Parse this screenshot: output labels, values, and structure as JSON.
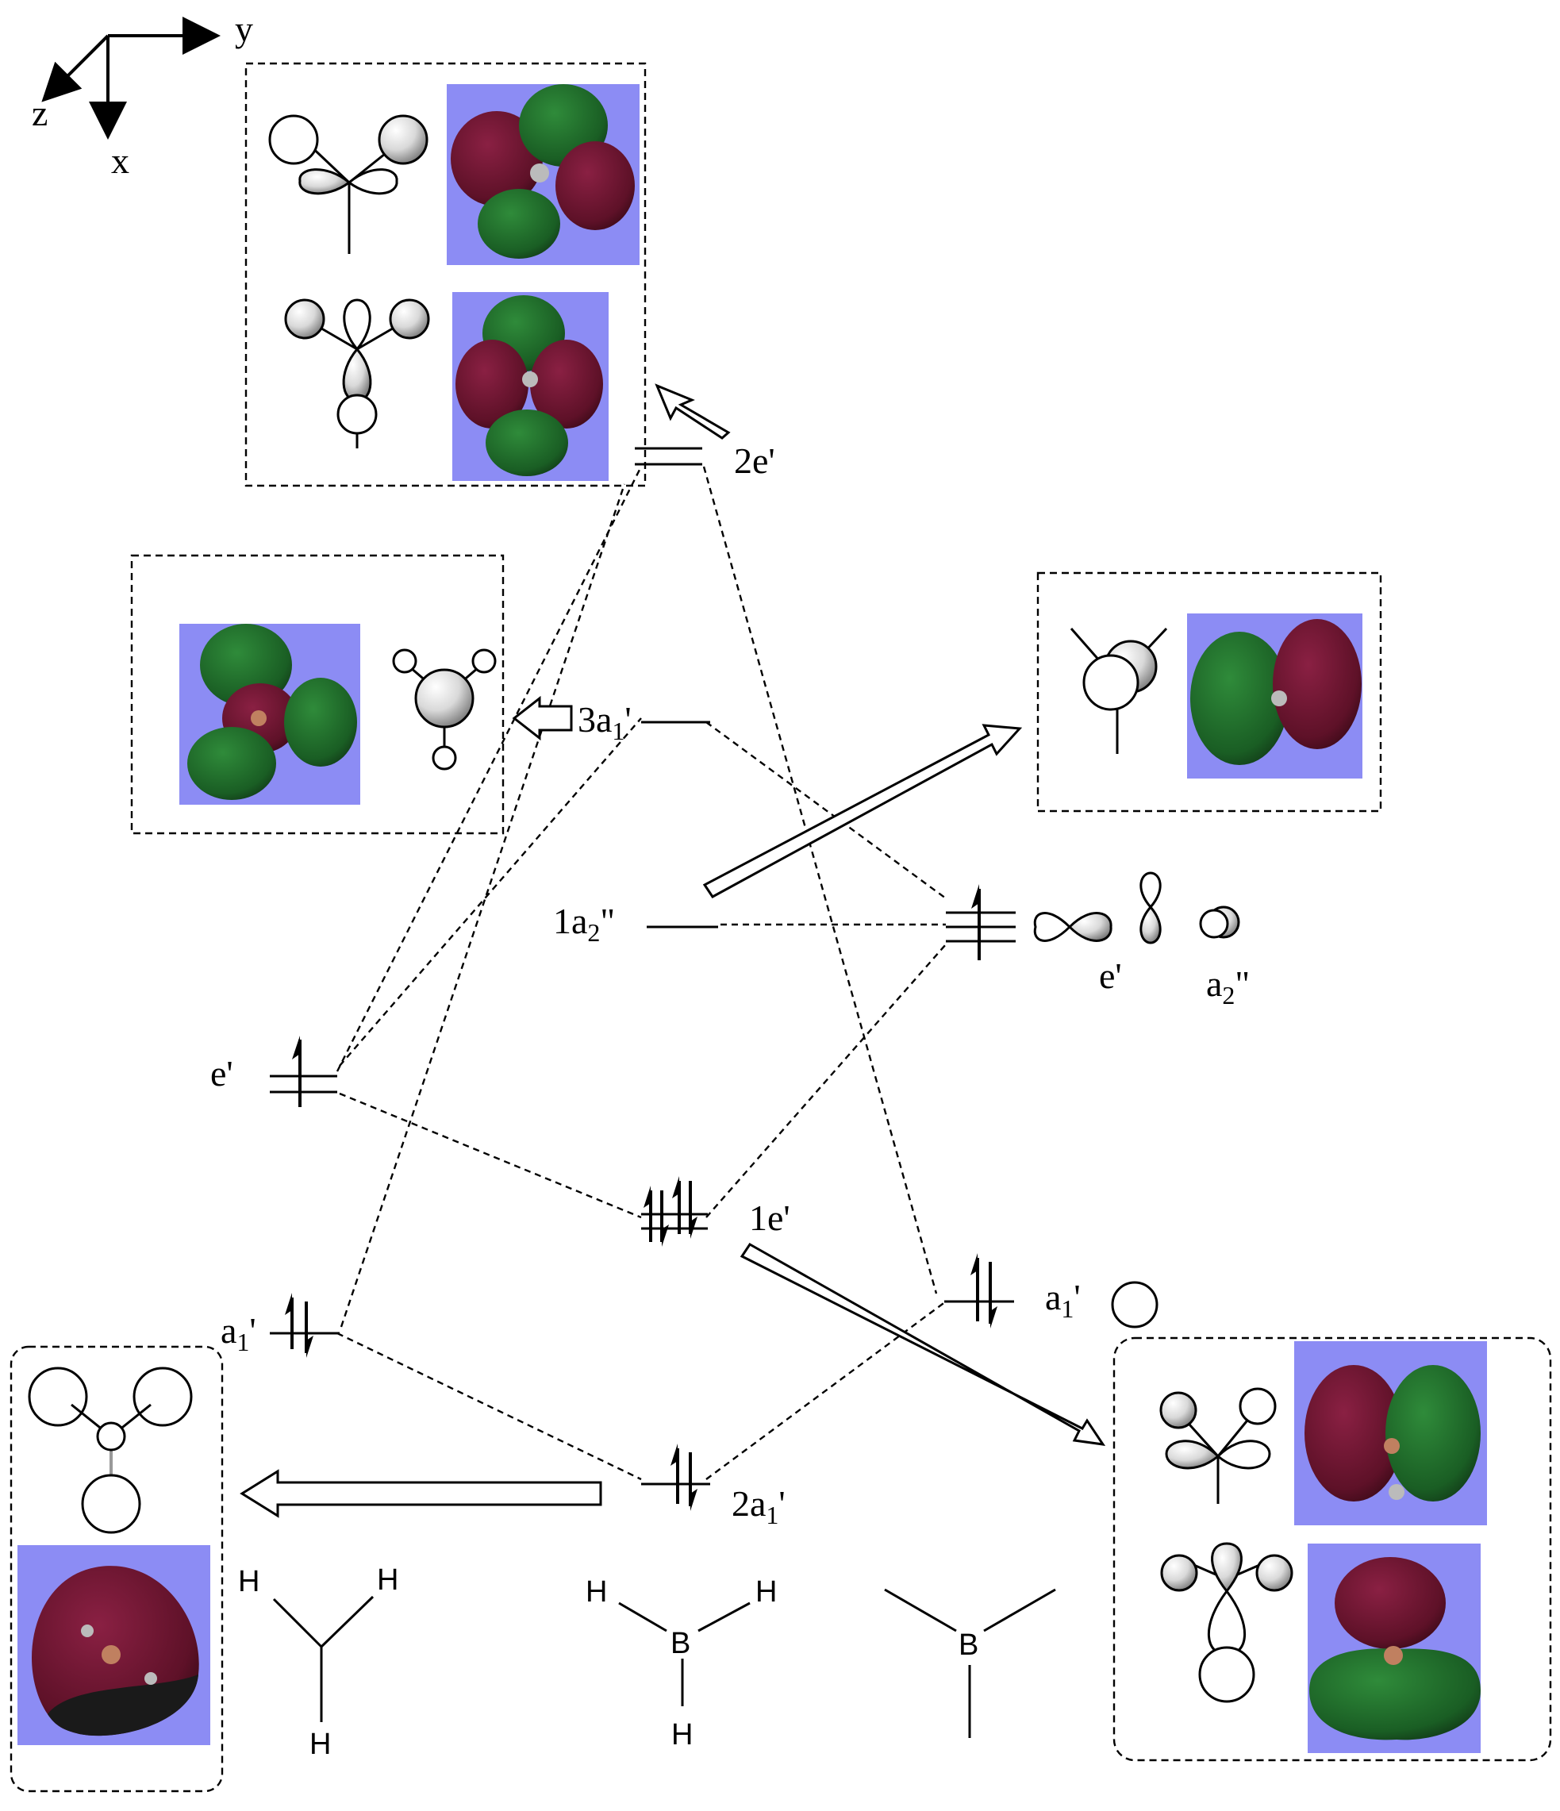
{
  "axes": {
    "y": "y",
    "z": "z",
    "x": "x"
  },
  "levels": {
    "top_2e": {
      "name": "2e'"
    },
    "a1_3": {
      "name": "3a",
      "sub": "1",
      "prime": "'"
    },
    "a2_1": {
      "pre": "1a",
      "sub": "2",
      "prime": "\""
    },
    "e_left": {
      "name": "e'"
    },
    "e_1": {
      "name": "1e'"
    },
    "a1_left": {
      "name": "a",
      "sub": "1",
      "prime": "'"
    },
    "a1_2": {
      "name": "2a",
      "sub": "1",
      "prime": "'"
    },
    "a1_right": {
      "name": "a",
      "sub": "1",
      "prime": "'"
    },
    "e_right": {
      "name": "e'"
    },
    "a2_right": {
      "name": "a",
      "sub": "2",
      "prime": "\""
    }
  },
  "molecules": {
    "H3": {
      "atoms": [
        "H",
        "H",
        "H"
      ]
    },
    "BH3": {
      "atoms": [
        "H",
        "H",
        "B",
        "H"
      ]
    },
    "B": {
      "atoms": [
        "B"
      ]
    }
  },
  "colors": {
    "mo_background": "#8c8cf4",
    "mo_red_lobe": "#701830",
    "mo_green_lobe": "#1d6b2a",
    "mo_shadow": "#1a1a1a"
  },
  "icons": [
    "electron-arrow-up",
    "electron-pair",
    "hollow-arrow",
    "orbital-lobe",
    "orbital-sphere"
  ]
}
